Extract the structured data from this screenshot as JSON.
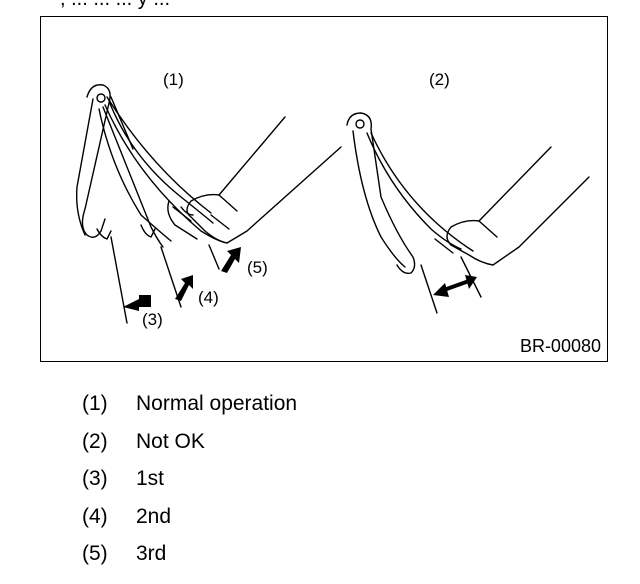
{
  "header_fragment": ", ... ... ... y ...",
  "figure": {
    "panel_labels": [
      "(1)",
      "(2)"
    ],
    "callouts": [
      "(3)",
      "(4)",
      "(5)"
    ],
    "figure_id": "BR-00080"
  },
  "legend": [
    {
      "num": "(1)",
      "text": "Normal operation"
    },
    {
      "num": "(2)",
      "text": "Not OK"
    },
    {
      "num": "(3)",
      "text": "1st"
    },
    {
      "num": "(4)",
      "text": "2nd"
    },
    {
      "num": "(5)",
      "text": "3rd"
    }
  ]
}
